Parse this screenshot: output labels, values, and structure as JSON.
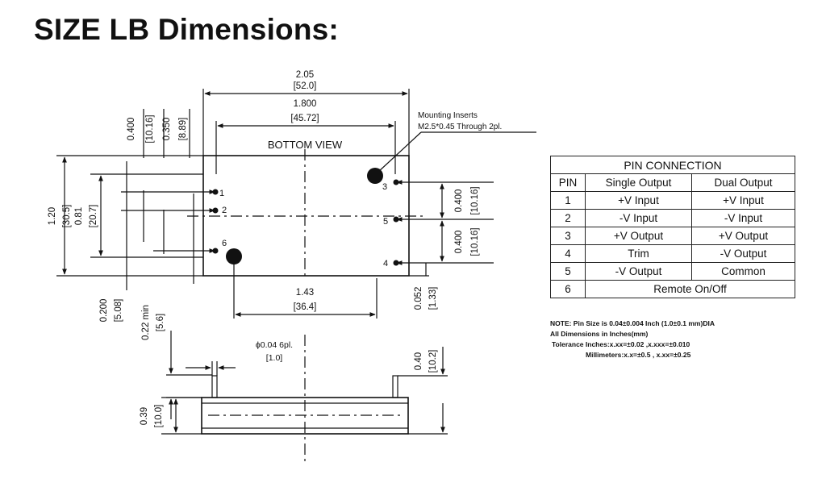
{
  "page_title": "SIZE LB Dimensions:",
  "drawing": {
    "view_label": "BOTTOM VIEW",
    "mounting_note_line1": "Mounting Inserts",
    "mounting_note_line2": "M2.5*0.45 Through 2pl.",
    "dim_overall_width": "2.05",
    "dim_overall_width_mm": "[52.0]",
    "dim_mount_spacing": "1.800",
    "dim_mount_spacing_mm": "[45.72]",
    "dim_height": "1.20",
    "dim_height_mm": "[30.5]",
    "dim_081": "0.81",
    "dim_081_mm": "[20.7]",
    "dim_0400_top": "0.400",
    "dim_0400_top_mm": "[10.16]",
    "dim_0350": "0.350",
    "dim_0350_mm": "[8.89]",
    "dim_right_0400_a": "0.400",
    "dim_right_0400_a_mm": "[10.16]",
    "dim_right_0400_b": "0.400",
    "dim_right_0400_b_mm": "[10.16]",
    "dim_0052": "0.052",
    "dim_0052_mm": "[1.33]",
    "dim_0200": "0.200",
    "dim_0200_mm": "[5.08]",
    "dim_143": "1.43",
    "dim_143_mm": "[36.4]",
    "dim_022": "0.22 min",
    "dim_022_mm": "[5.6]",
    "dim_pin_dia": "ϕ0.04 6pl.",
    "dim_pin_dia_mm": "[1.0]",
    "dim_040": "0.40",
    "dim_040_mm": "[10.2]",
    "dim_039": "0.39",
    "dim_039_mm": "[10.0]",
    "pins": [
      "1",
      "2",
      "3",
      "4",
      "5",
      "6"
    ]
  },
  "pin_table": {
    "caption": "PIN CONNECTION",
    "headers": [
      "PIN",
      "Single Output",
      "Dual Output"
    ],
    "rows": [
      [
        "1",
        "+V Input",
        "+V Input"
      ],
      [
        "2",
        "-V Input",
        "-V Input"
      ],
      [
        "3",
        "+V Output",
        "+V Output"
      ],
      [
        "4",
        "Trim",
        "-V Output"
      ],
      [
        "5",
        "-V Output",
        "Common"
      ],
      [
        "6",
        "Remote On/Off"
      ]
    ]
  },
  "notes": {
    "line1": "NOTE: Pin Size is 0.04±0.004 Inch (1.0±0.1 mm)DIA",
    "line2": "All Dimensions in Inches(mm)",
    "line3": "Tolerance     Inches:x.xx=±0.02 ,x.xxx=±0.010",
    "line4": "Millimeters:x.x=±0.5 , x.xx=±0.25"
  }
}
